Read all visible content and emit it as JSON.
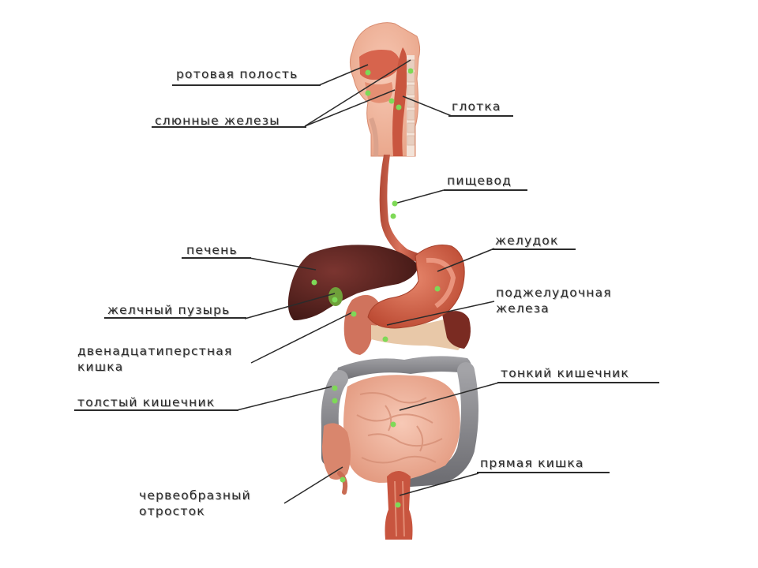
{
  "colors": {
    "background": "#ffffff",
    "leader_line": "#2b2b2b",
    "label_text": "#2a2a2a",
    "marker_dot": "#7ed957",
    "tissue_red": "#c8553f",
    "liver": "#5e2421",
    "small_intestine": "#f2b7a2",
    "large_intestine": "#8e8e92"
  },
  "labels": {
    "oral_cavity": "ротовая полость",
    "salivary_glands": "слюнные железы",
    "pharynx": "глотка",
    "esophagus": "пищевод",
    "liver": "печень",
    "stomach": "желудок",
    "gallbladder": "желчный пузырь",
    "pancreas_1": "поджелудочная",
    "pancreas_2": "железа",
    "duodenum_1": "двенадцатиперстная",
    "duodenum_2": "кишка",
    "small_intestine": "тонкий кишечник",
    "large_intestine": "толстый кишечник",
    "rectum": "прямая кишка",
    "appendix_1": "червеобразный",
    "appendix_2": "отросток"
  }
}
